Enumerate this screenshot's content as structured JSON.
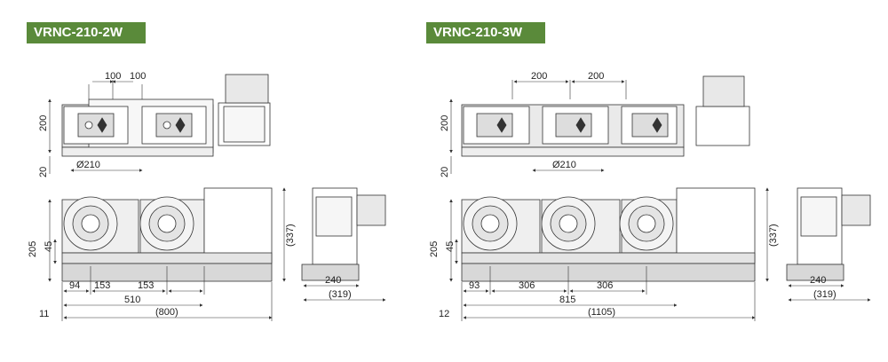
{
  "left": {
    "title": "VRNC-210-2W",
    "top_view": {
      "dim_100_a": "100",
      "dim_100_b": "100",
      "dim_200": "200",
      "dim_20": "20",
      "dia": "Ø210"
    },
    "front_view": {
      "dim_205": "205",
      "dim_45": "45",
      "dim_337": "(337)",
      "dim_94": "94",
      "dim_153_a": "153",
      "dim_153_b": "153",
      "dim_510": "510",
      "dim_11": "11",
      "dim_800": "(800)"
    },
    "side_view": {
      "dim_240": "240",
      "dim_319": "(319)"
    }
  },
  "right": {
    "title": "VRNC-210-3W",
    "top_view": {
      "dim_200_a": "200",
      "dim_200_b": "200",
      "dim_200": "200",
      "dim_20": "20",
      "dia": "Ø210"
    },
    "front_view": {
      "dim_205": "205",
      "dim_45": "45",
      "dim_337": "(337)",
      "dim_93": "93",
      "dim_306_a": "306",
      "dim_306_b": "306",
      "dim_815": "815",
      "dim_12": "12",
      "dim_1105": "(1105)"
    },
    "side_view": {
      "dim_240": "240",
      "dim_319": "(319)"
    }
  }
}
